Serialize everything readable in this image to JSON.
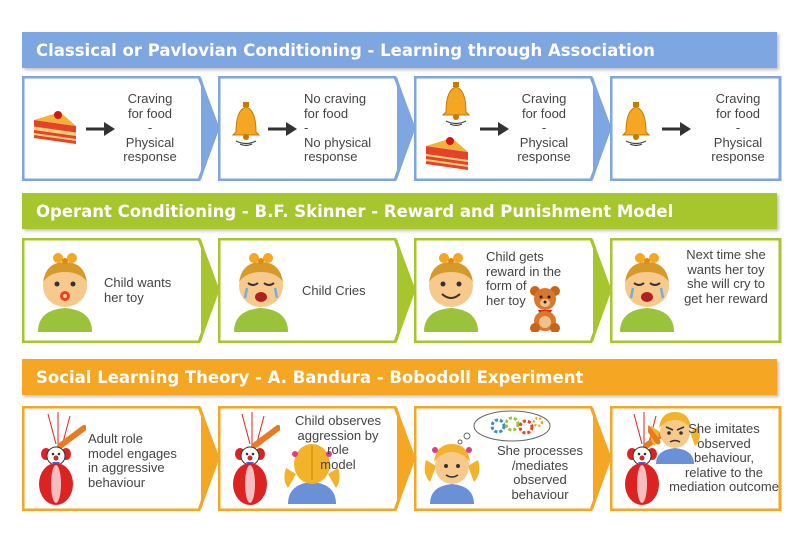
{
  "sections": [
    {
      "title": "Classical or Pavlovian Conditioning - Learning through Association",
      "color": "#7ea6e0",
      "steps": [
        {
          "text": "Craving\nfor food\n-\nPhysical\nresponse",
          "icons": [
            "cake-icon",
            "arrow-right-icon"
          ]
        },
        {
          "text": "No craving\nfor food\n-\nNo physical\nresponse",
          "icons": [
            "bell-icon",
            "arrow-right-icon"
          ]
        },
        {
          "text": "Craving\nfor food\n-\nPhysical\nresponse",
          "icons": [
            "bell-icon",
            "cake-icon",
            "arrow-right-icon"
          ]
        },
        {
          "text": "Craving\nfor food\n-\nPhysical\nresponse",
          "icons": [
            "bell-icon",
            "arrow-right-icon"
          ]
        }
      ]
    },
    {
      "title": "Operant Conditioning - B.F. Skinner - Reward and Punishment Model",
      "color": "#a7c62e",
      "steps": [
        {
          "text": "Child wants\nher toy",
          "icons": [
            "child-pacifier-icon"
          ]
        },
        {
          "text": "Child Cries",
          "icons": [
            "child-crying-icon"
          ]
        },
        {
          "text": "Child gets\nreward in the\nform of\nher toy",
          "icons": [
            "child-smiling-icon",
            "teddy-bear-icon"
          ]
        },
        {
          "text": "Next time she\nwants her toy\nshe will cry to\nget her reward",
          "icons": [
            "child-crying-icon"
          ]
        }
      ]
    },
    {
      "title": "Social Learning Theory - A. Bandura - Bobodoll Experiment",
      "color": "#f5a623",
      "steps": [
        {
          "text": "Adult role\nmodel engages\nin aggressive\nbehaviour",
          "icons": [
            "bobo-doll-icon"
          ]
        },
        {
          "text": "Child observes\naggression by\nrole\nmodel",
          "icons": [
            "bobo-doll-icon",
            "girl-back-icon"
          ]
        },
        {
          "text": "She processes\n/mediates\nobserved\nbehaviour",
          "icons": [
            "girl-thinking-icon",
            "thought-gears-icon"
          ]
        },
        {
          "text": "She imitates\nobserved\nbehaviour,\nrelative to the\nmediation outcome",
          "icons": [
            "bobo-doll-icon",
            "girl-angry-icon"
          ]
        }
      ]
    }
  ]
}
